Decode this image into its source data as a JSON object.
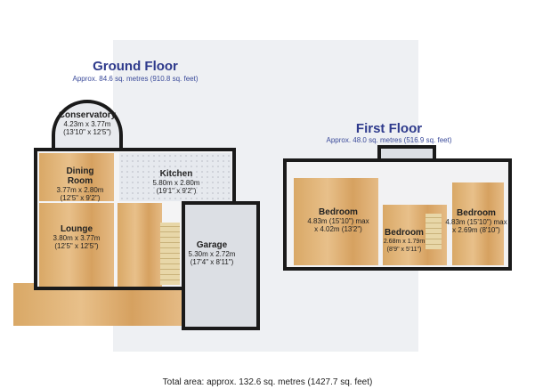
{
  "ground_floor": {
    "title": "Ground Floor",
    "area": "Approx. 84.6 sq. metres (910.8 sq. feet)",
    "rooms": [
      {
        "name": "Conservatory",
        "dims": "4.23m x 3.77m",
        "imperial": "(13'10\" x 12'5\")"
      },
      {
        "name": "Dining Room",
        "dims": "3.77m x 2.80m",
        "imperial": "(12'5\" x 9'2\")"
      },
      {
        "name": "Kitchen",
        "dims": "5.80m x 2.80m",
        "imperial": "(19'1\" x 9'2\")"
      },
      {
        "name": "Lounge",
        "dims": "3.80m x 3.77m",
        "imperial": "(12'5\" x 12'5\")"
      },
      {
        "name": "Garage",
        "dims": "5.30m x 2.72m",
        "imperial": "(17'4\" x 8'11\")"
      }
    ]
  },
  "first_floor": {
    "title": "First Floor",
    "area": "Approx. 48.0 sq. metres (516.9 sq. feet)",
    "rooms": [
      {
        "name": "Bedroom",
        "dims": "4.83m (15'10\") max",
        "imperial": "x 4.02m (13'2\")"
      },
      {
        "name": "Bedroom",
        "dims": "2.68m x 1.79m",
        "imperial": "(8'9\" x 5'11\")"
      },
      {
        "name": "Bedroom",
        "dims": "4.83m (15'10\") max",
        "imperial": "x 2.69m (8'10\")"
      }
    ]
  },
  "total_area": "Total area: approx. 132.6 sq. metres (1427.7 sq. feet)"
}
